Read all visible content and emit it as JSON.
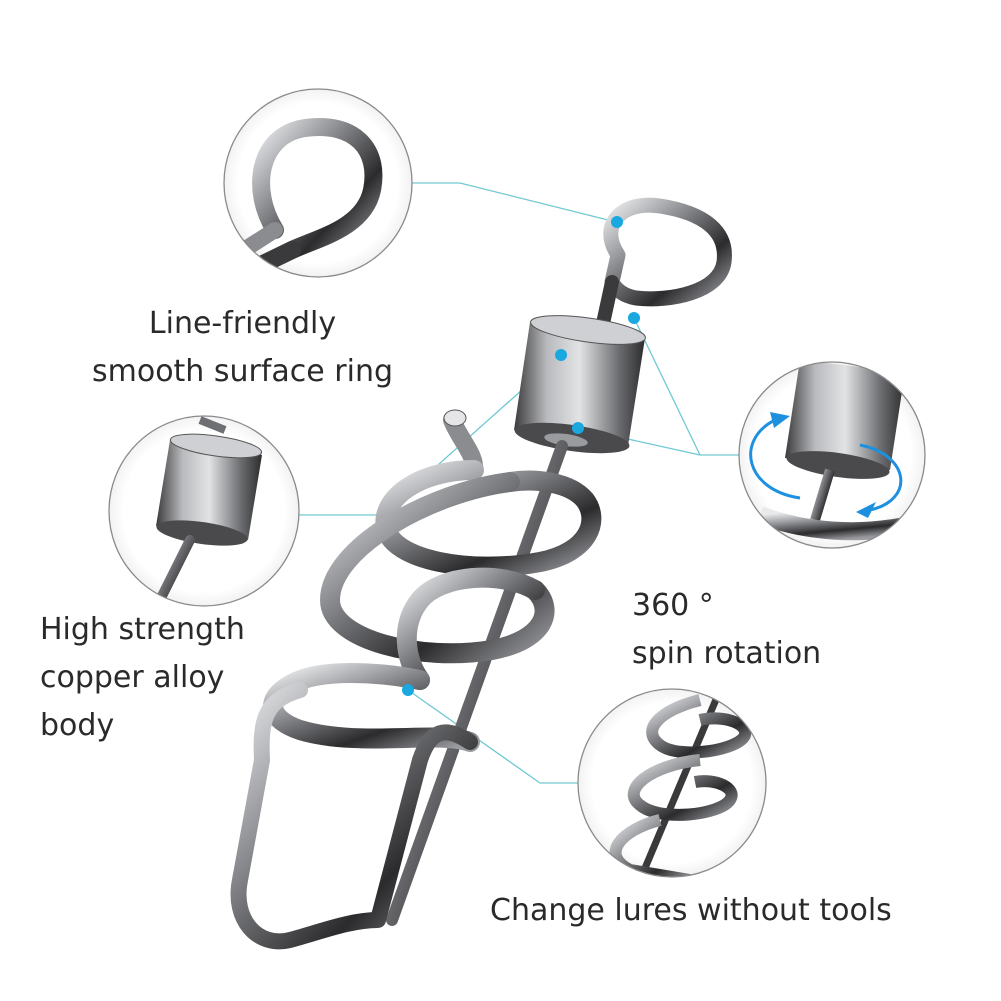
{
  "colors": {
    "callout_line": "#6fc9d2",
    "callout_dot": "#19a8e0",
    "circle_border": "#8a8a8a",
    "metal_dark": "#2e2e30",
    "metal_mid": "#6e6f73",
    "metal_light": "#d8d9dc",
    "rotation_arrow": "#1e90e0"
  },
  "callouts": {
    "ring": {
      "line1": "Line-friendly",
      "line2": "smooth surface ring"
    },
    "body": {
      "line1": "High strength",
      "line2": "copper alloy",
      "line3": "body"
    },
    "spin": {
      "value": "360 °",
      "label": "spin rotation"
    },
    "lures": {
      "text": "Change lures without tools"
    }
  },
  "icons": [
    "rotation-arrows-icon"
  ]
}
